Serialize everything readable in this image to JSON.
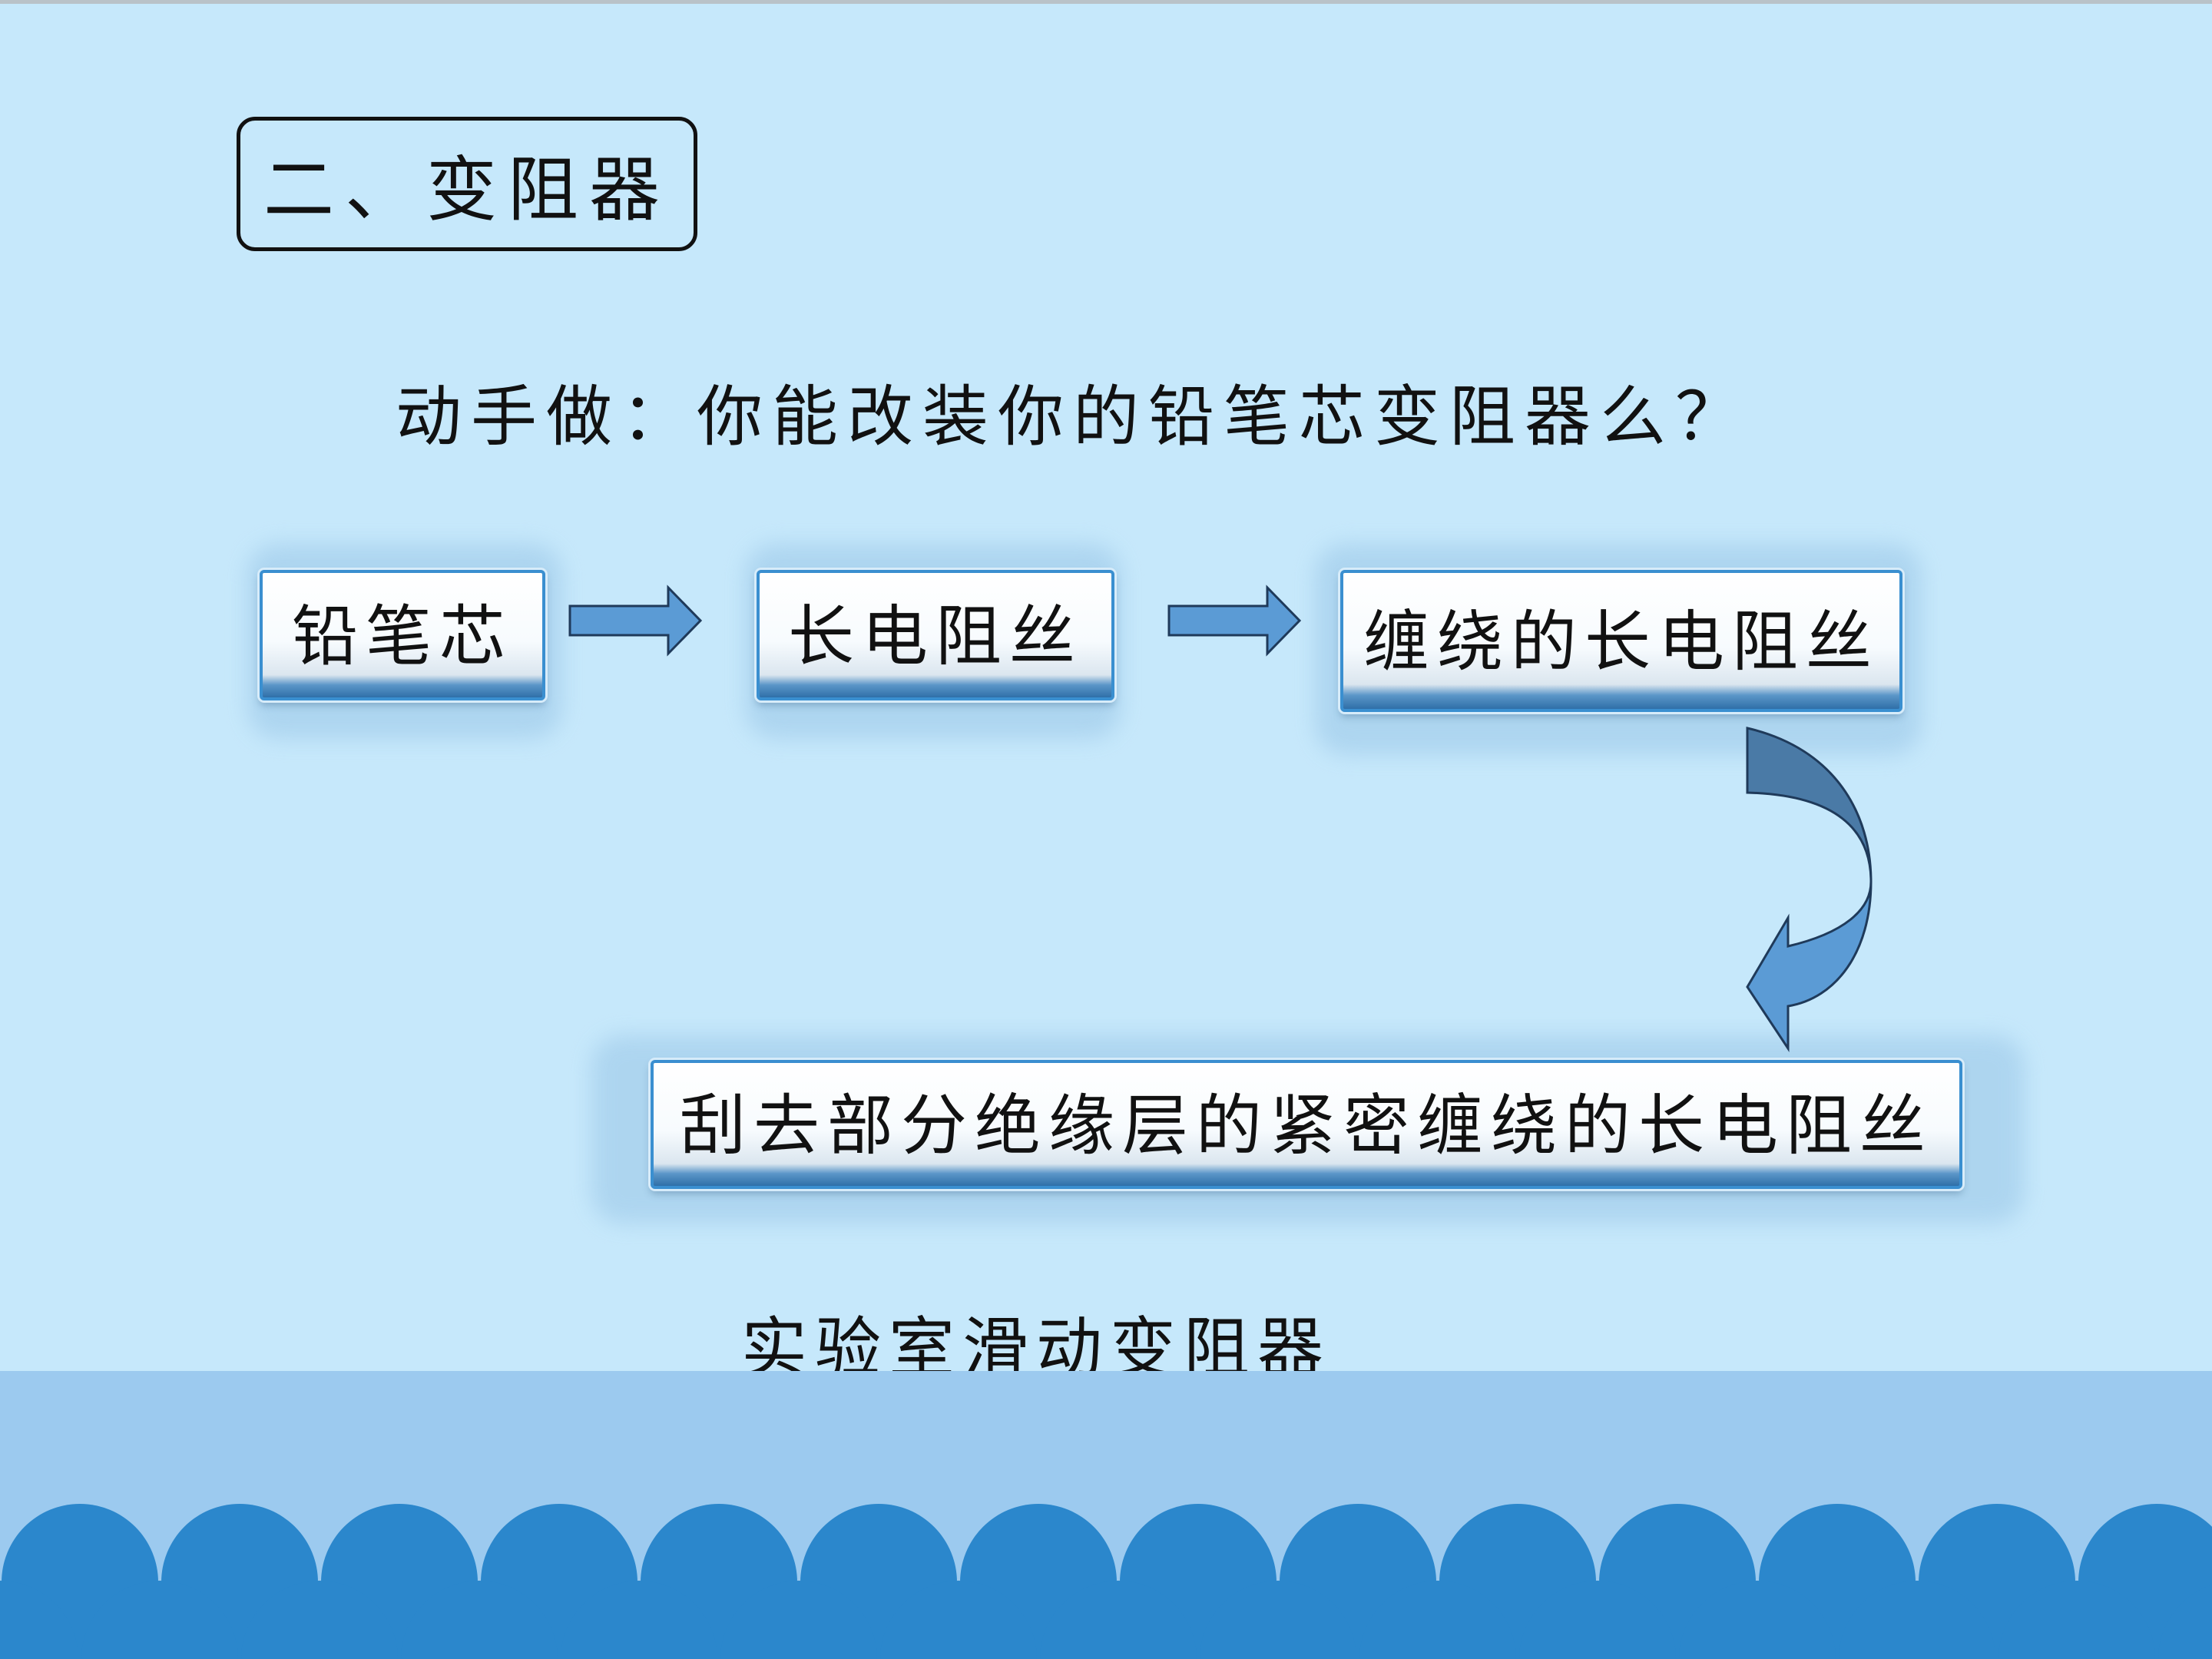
{
  "slide": {
    "section_title": "二、变阻器",
    "question": "动手做：你能改装你的铅笔芯变阻器么？",
    "flow": {
      "step1": "铅笔芯",
      "step2": "长电阻丝",
      "step3": "缠绕的长电阻丝",
      "step4": "刮去部分绝缘层的紧密缠绕的长电阻丝"
    },
    "caption": "实验室滑动变阻器"
  },
  "colors": {
    "background": "#c6e8fb",
    "sea_light": "#9ccaef",
    "wave": "#2b87cc",
    "arrow_fill": "#5b9bd5",
    "arrow_stroke": "#1f3a5a",
    "curved_arrow_dark": "#4a7aa6"
  }
}
